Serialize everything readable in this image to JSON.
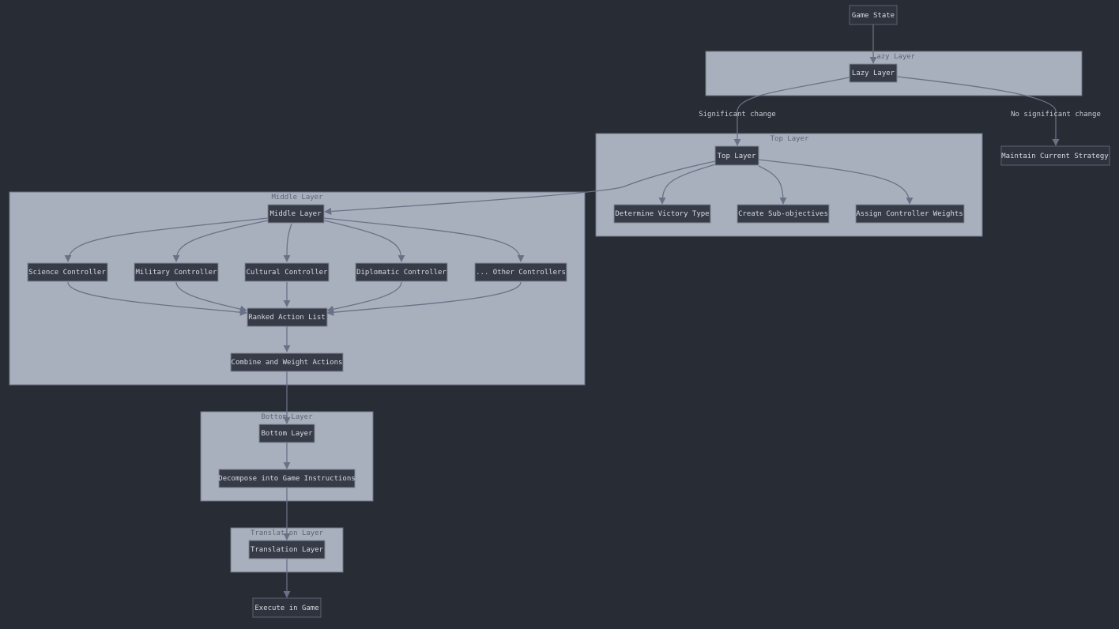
{
  "clusters": {
    "lazy": "Lazy Layer",
    "top": "Top Layer",
    "middle": "Middle Layer",
    "bottom": "Bottom Layer",
    "translation": "Translation Layer"
  },
  "nodes": {
    "game_state": "Game State",
    "lazy_layer": "Lazy Layer",
    "top_layer": "Top Layer",
    "maintain_strategy": "Maintain Current Strategy",
    "determine_victory": "Determine Victory Type",
    "create_subobjectives": "Create Sub-objectives",
    "assign_weights": "Assign Controller Weights",
    "middle_layer": "Middle Layer",
    "science_controller": "Science Controller",
    "military_controller": "Military Controller",
    "cultural_controller": "Cultural Controller",
    "diplomatic_controller": "Diplomatic Controller",
    "other_controllers": "... Other Controllers",
    "ranked_action_list": "Ranked Action List",
    "combine_weight": "Combine and Weight Actions",
    "bottom_layer": "Bottom Layer",
    "decompose": "Decompose into Game Instructions",
    "translation_layer": "Translation Layer",
    "execute": "Execute in Game"
  },
  "edge_labels": {
    "significant": "Significant change",
    "not_significant": "No significant change"
  },
  "colors": {
    "background": "#282c34",
    "cluster_fill": "#a9b0bd",
    "node_fill": "#363b47",
    "edge": "#6a7186"
  }
}
